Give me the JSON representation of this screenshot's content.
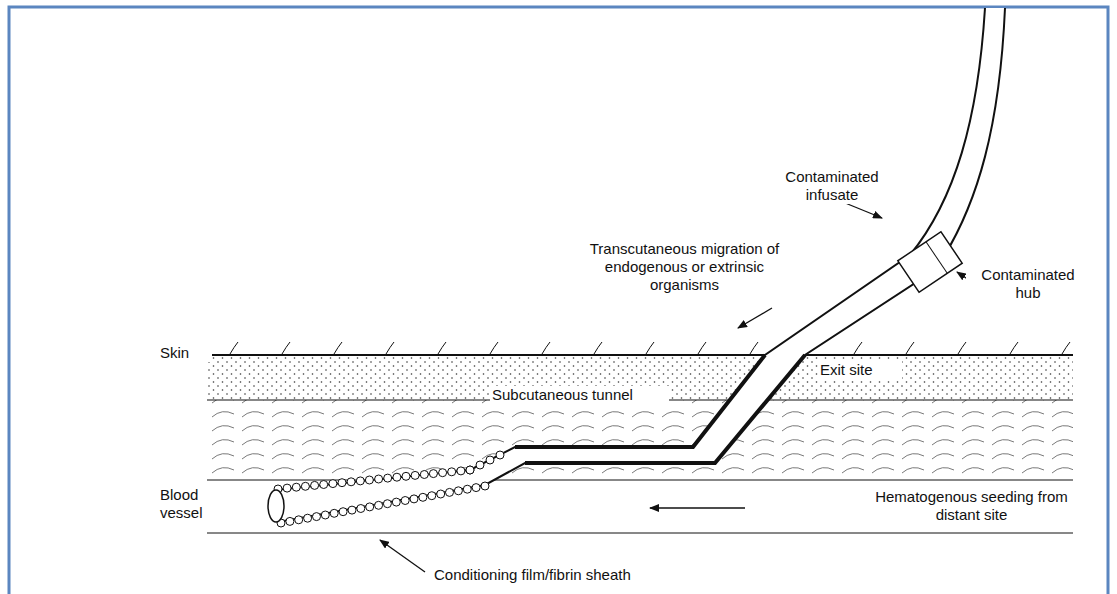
{
  "diagram": {
    "labels": [
      "Contaminated infusate",
      "Contaminated hub",
      "Transcutaneous migration of endogenous or extrinsic organisms",
      "Skin",
      "Exit site",
      "Subcutaneous tunnel",
      "Blood vessel",
      "Hematogenous seeding from distant site",
      "Conditioning film/fibrin sheath"
    ]
  }
}
